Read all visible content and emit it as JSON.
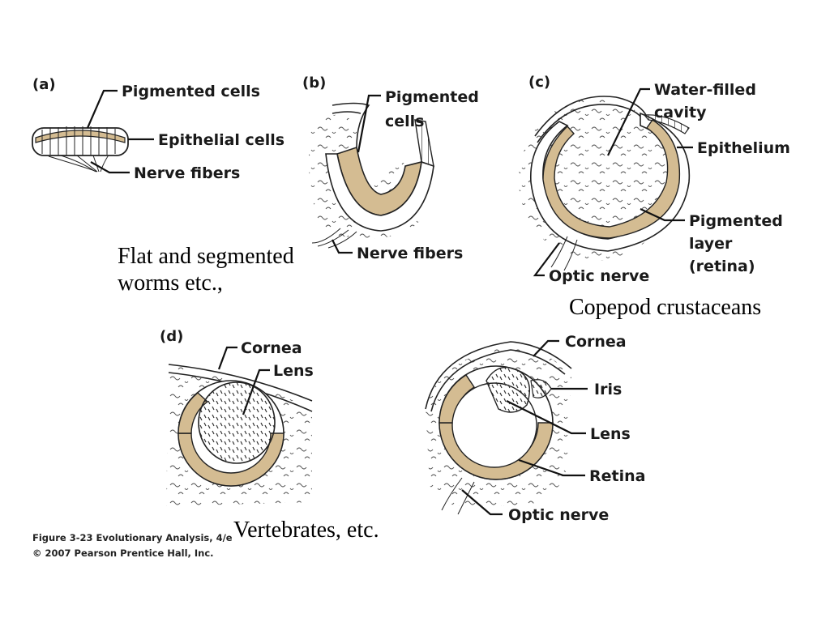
{
  "panels": {
    "a": {
      "tag": "(a)",
      "labels": [
        "Pigmented cells",
        "Epithelial cells",
        "Nerve fibers"
      ]
    },
    "b": {
      "tag": "(b)",
      "labels": [
        "Pigmented",
        "cells",
        "Nerve fibers"
      ]
    },
    "c": {
      "tag": "(c)",
      "labels": [
        "Water-filled",
        "cavity",
        "Epithelium",
        "Pigmented",
        "layer",
        "(retina)",
        "Optic nerve"
      ]
    },
    "d": {
      "tag": "(d)",
      "labels": [
        "Cornea",
        "Lens"
      ]
    },
    "e": {
      "labels": [
        "Cornea",
        "Iris",
        "Lens",
        "Retina",
        "Optic nerve"
      ]
    }
  },
  "captions": {
    "flat_line1": "Flat and segmented",
    "flat_line2": "worms etc.,",
    "copepod": "Copepod crustaceans",
    "vertebrates": "Vertebrates, etc."
  },
  "credit": {
    "line1": "Figure 3-23  Evolutionary Analysis, 4/e",
    "line2": "© 2007 Pearson Prentice Hall, Inc."
  },
  "colors": {
    "pigment": "#d4bc92",
    "outline": "#222222",
    "background": "#ffffff"
  }
}
